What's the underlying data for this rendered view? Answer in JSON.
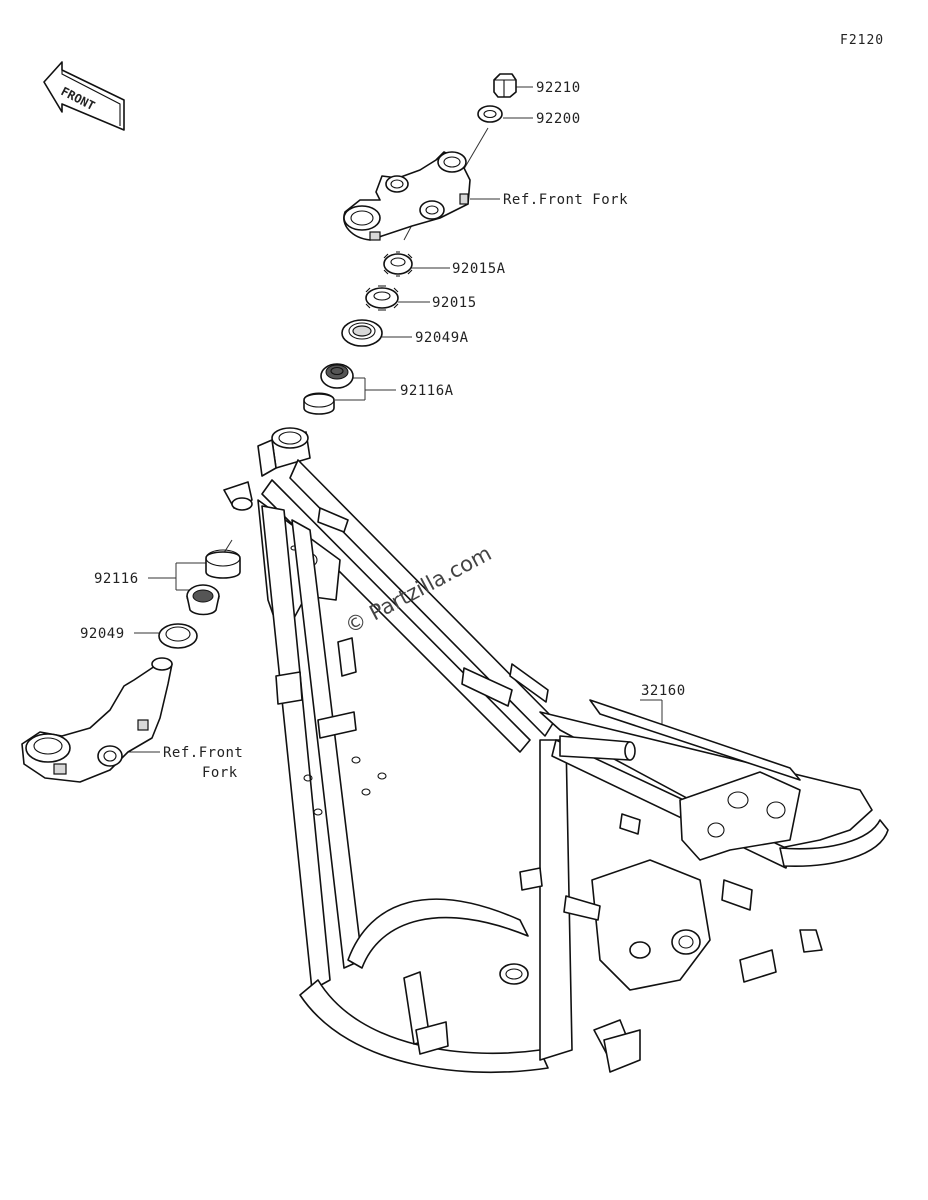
{
  "diagram_code": "F2120",
  "front_indicator": "FRONT",
  "watermark": "© Partzilla.com",
  "callouts": [
    {
      "id": "92210",
      "text": "92210"
    },
    {
      "id": "92200",
      "text": "92200"
    },
    {
      "id": "ref-front-fork-upper",
      "text": "Ref.Front Fork"
    },
    {
      "id": "92015A",
      "text": "92015A"
    },
    {
      "id": "92015",
      "text": "92015"
    },
    {
      "id": "92049A",
      "text": "92049A"
    },
    {
      "id": "92116A",
      "text": "92116A"
    },
    {
      "id": "92116",
      "text": "92116"
    },
    {
      "id": "92049",
      "text": "92049"
    },
    {
      "id": "32160",
      "text": "32160"
    },
    {
      "id": "ref-front-fork-lower-1",
      "text": "Ref.Front"
    },
    {
      "id": "ref-front-fork-lower-2",
      "text": "Fork"
    }
  ]
}
